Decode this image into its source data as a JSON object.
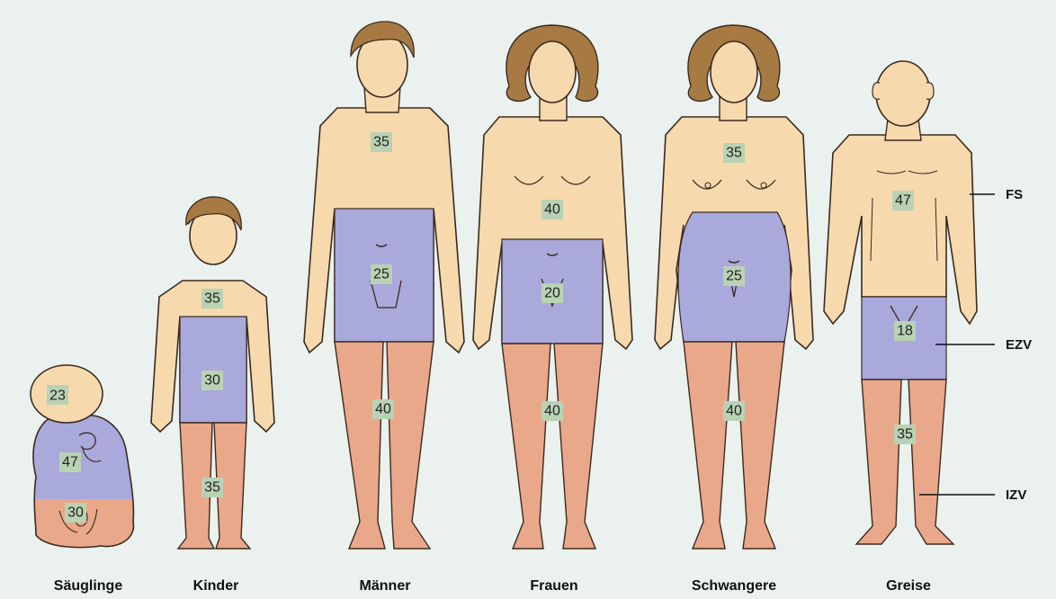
{
  "figure": {
    "groups": [
      {
        "key": "saeuglinge",
        "label": "Säuglinge",
        "values": {
          "fs": "23",
          "ezv": "47",
          "izv": "30"
        }
      },
      {
        "key": "kinder",
        "label": "Kinder",
        "values": {
          "fs": "35",
          "ezv": "30",
          "izv": "35"
        }
      },
      {
        "key": "maenner",
        "label": "Männer",
        "values": {
          "fs": "35",
          "ezv": "25",
          "izv": "40"
        }
      },
      {
        "key": "frauen",
        "label": "Frauen",
        "values": {
          "fs": "40",
          "ezv": "20",
          "izv": "40"
        }
      },
      {
        "key": "schwangere",
        "label": "Schwangere",
        "values": {
          "fs": "35",
          "ezv": "25",
          "izv": "40"
        }
      },
      {
        "key": "greise",
        "label": "Greise",
        "values": {
          "fs": "47",
          "ezv": "18",
          "izv": "35"
        }
      }
    ],
    "legend": [
      {
        "key": "fs",
        "label": "FS",
        "color": "#f7d9ae"
      },
      {
        "key": "ezv",
        "label": "EZV",
        "color": "#aaa9dc"
      },
      {
        "key": "izv",
        "label": "IZV",
        "color": "#e9a88a"
      }
    ],
    "colors": {
      "background": "#eaf1ee",
      "hair": "#a77a44",
      "outline": "#3a2a1e",
      "label_box": "#b9d2b4"
    }
  }
}
